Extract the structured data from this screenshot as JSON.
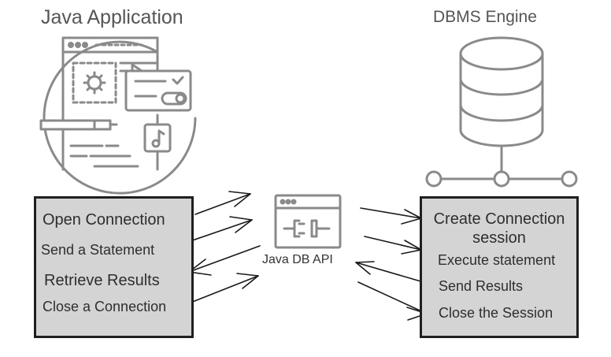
{
  "left": {
    "title": "Java Application",
    "steps": [
      "Open Connection",
      "Send a Statement",
      "Retrieve Results",
      "Close a Connection"
    ]
  },
  "right": {
    "title": "DBMS Engine",
    "steps": [
      "Create Connection session",
      "Execute statement",
      "Send Results",
      "Close the Session"
    ],
    "first_step_line1": "Create Connection",
    "first_step_line2": "session"
  },
  "middle": {
    "label": "Java DB API"
  },
  "colors": {
    "box_fill": "#d4d4d4",
    "box_border": "#1f1f1f",
    "icon_stroke": "#8a8a8a",
    "arrow": "#1a1a1a"
  },
  "icons": [
    "java-application-illustration-icon",
    "database-icon",
    "plug-api-icon"
  ]
}
